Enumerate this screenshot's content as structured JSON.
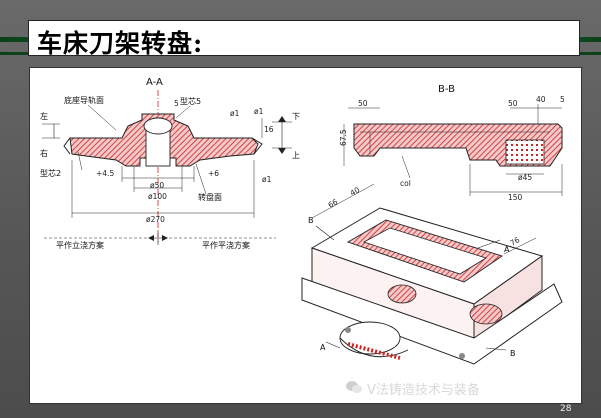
{
  "slide": {
    "title": "车床刀架转盘:",
    "page_number": "28",
    "watermark": "V法铸造技术与装备"
  },
  "section_aa": {
    "title": "A-A",
    "label_rail_face": "底座导轨面",
    "label_core5": "型芯5",
    "label_core2": "型芯2",
    "label_turn_face": "转盘面",
    "label_left": "左",
    "label_right": "右",
    "label_up": "上",
    "label_down": "下",
    "dim_5": "5",
    "dim_p1": "+4.5",
    "dim_p2": "+6",
    "dim_d50": "ø50",
    "dim_d100": "ø100",
    "dim_d270": "ø270",
    "dim_16": "16",
    "dim_phi1": "ø1",
    "dim_phi2": "ø1",
    "dim_phi3": "ø1",
    "plan_vertical": "平作立浇方案",
    "plan_horizontal": "平作平浇方案"
  },
  "section_bb": {
    "title": "B-B",
    "dim_50a": "50",
    "dim_50b": "50",
    "dim_40": "40",
    "dim_5": "5",
    "dim_675": "67.5",
    "dim_45": "ø45",
    "dim_150": "150",
    "dim_col": "col"
  },
  "iso_view": {
    "label_b1": "B",
    "label_b2": "B",
    "label_a1": "A",
    "label_a2": "A",
    "dim_68": "66",
    "dim_76": "76",
    "dim_40": "40"
  }
}
